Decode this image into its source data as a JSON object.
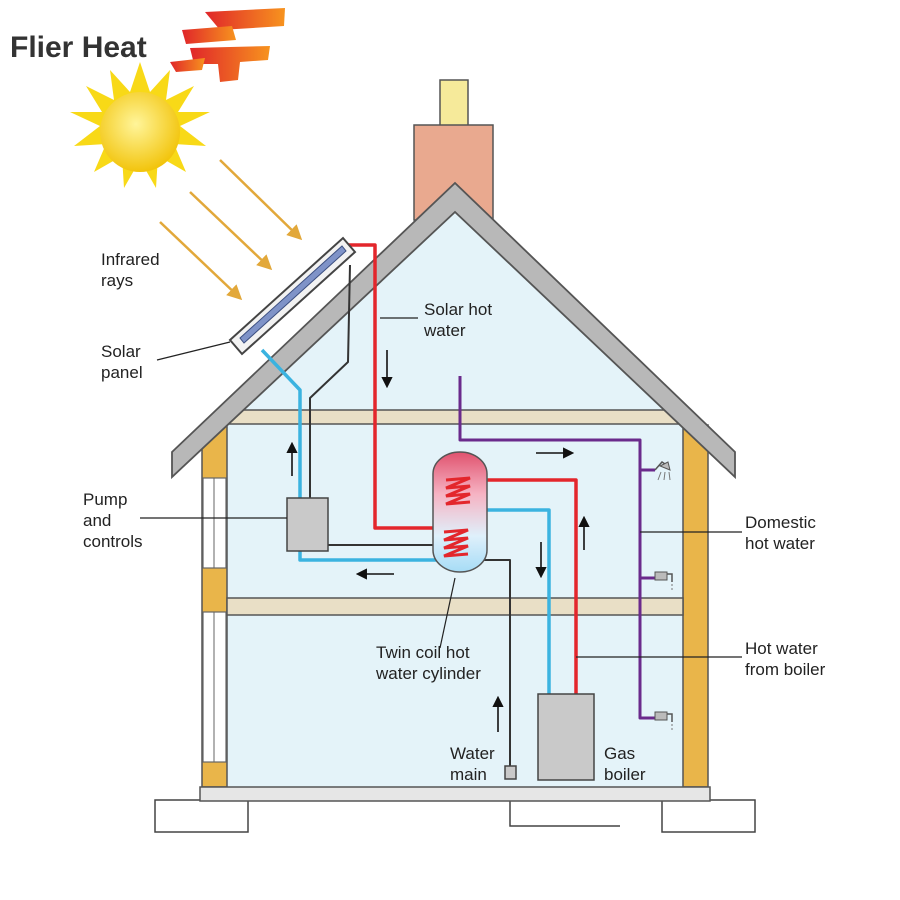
{
  "brand": {
    "name": "Flier Heat"
  },
  "labels": {
    "infrared": [
      "Infrared",
      "rays"
    ],
    "solar_panel": [
      "Solar",
      "panel"
    ],
    "solar_hot_water": [
      "Solar hot",
      "water"
    ],
    "pump": [
      "Pump",
      "and",
      "controls"
    ],
    "domestic": [
      "Domestic",
      "hot water"
    ],
    "cylinder": [
      "Twin coil hot",
      "water cylinder"
    ],
    "hot_from_boiler": [
      "Hot water",
      "from boiler"
    ],
    "water_main": [
      "Water",
      "main"
    ],
    "gas_boiler": [
      "Gas",
      "boiler"
    ]
  },
  "colors": {
    "solar_loop": "#3bb3e0",
    "hot_red": "#e3262c",
    "domestic_purple": "#6a2a8c",
    "roof": "#b8b8b8",
    "interior": "#e4f3f9",
    "wall": "#e9b54a",
    "chimney": "#e9a98f",
    "sun": "#f8d917"
  }
}
